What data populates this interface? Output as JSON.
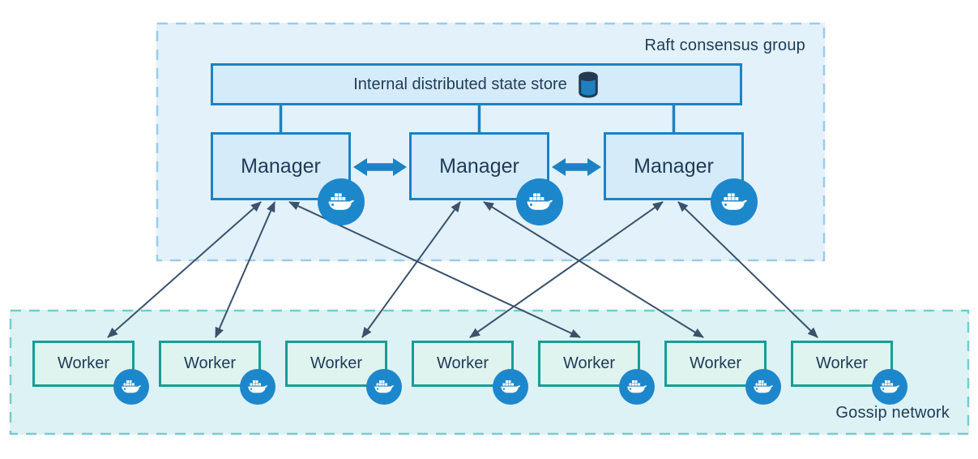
{
  "raft_group": {
    "label": "Raft consensus group"
  },
  "state_store": {
    "label": "Internal distributed state store",
    "icon": "database-cylinder-icon"
  },
  "managers": [
    {
      "id": "manager-1",
      "label": "Manager",
      "icon": "docker-whale-icon"
    },
    {
      "id": "manager-2",
      "label": "Manager",
      "icon": "docker-whale-icon"
    },
    {
      "id": "manager-3",
      "label": "Manager",
      "icon": "docker-whale-icon"
    }
  ],
  "workers": [
    {
      "id": "worker-1",
      "label": "Worker",
      "icon": "docker-whale-icon"
    },
    {
      "id": "worker-2",
      "label": "Worker",
      "icon": "docker-whale-icon"
    },
    {
      "id": "worker-3",
      "label": "Worker",
      "icon": "docker-whale-icon"
    },
    {
      "id": "worker-4",
      "label": "Worker",
      "icon": "docker-whale-icon"
    },
    {
      "id": "worker-5",
      "label": "Worker",
      "icon": "docker-whale-icon"
    },
    {
      "id": "worker-6",
      "label": "Worker",
      "icon": "docker-whale-icon"
    },
    {
      "id": "worker-7",
      "label": "Worker",
      "icon": "docker-whale-icon"
    }
  ],
  "gossip_network": {
    "label": "Gossip network"
  },
  "store_links": [
    "manager-1",
    "manager-2",
    "manager-3"
  ],
  "manager_peer_links": [
    {
      "between": [
        "manager-1",
        "manager-2"
      ],
      "style": "thick-double-arrow"
    },
    {
      "between": [
        "manager-2",
        "manager-3"
      ],
      "style": "thick-double-arrow"
    }
  ],
  "edges": [
    {
      "from": "manager-1",
      "to": "worker-1",
      "style": "double-arrow"
    },
    {
      "from": "manager-1",
      "to": "worker-2",
      "style": "double-arrow"
    },
    {
      "from": "manager-1",
      "to": "worker-5",
      "style": "double-arrow"
    },
    {
      "from": "manager-2",
      "to": "worker-3",
      "style": "double-arrow"
    },
    {
      "from": "manager-2",
      "to": "worker-6",
      "style": "double-arrow"
    },
    {
      "from": "manager-3",
      "to": "worker-4",
      "style": "double-arrow"
    },
    {
      "from": "manager-3",
      "to": "worker-7",
      "style": "double-arrow"
    }
  ],
  "colors": {
    "raft_bg": "#e3f1fb",
    "raft_dash": "#9ccbe9",
    "gossip_bg": "#ddf2f4",
    "gossip_dash": "#74ccd0",
    "blue_box_bg": "#d5ebfa",
    "blue_box_border": "#1b82c5",
    "worker_bg": "#dff3ef",
    "worker_border": "#1a9c96",
    "docker_blue": "#1d87cc",
    "text": "#1f3b57",
    "edge_line": "#3a526b",
    "thick_arrow": "#1b82c5",
    "db_fill": "#1f7fc0",
    "db_outline": "#223a52"
  }
}
